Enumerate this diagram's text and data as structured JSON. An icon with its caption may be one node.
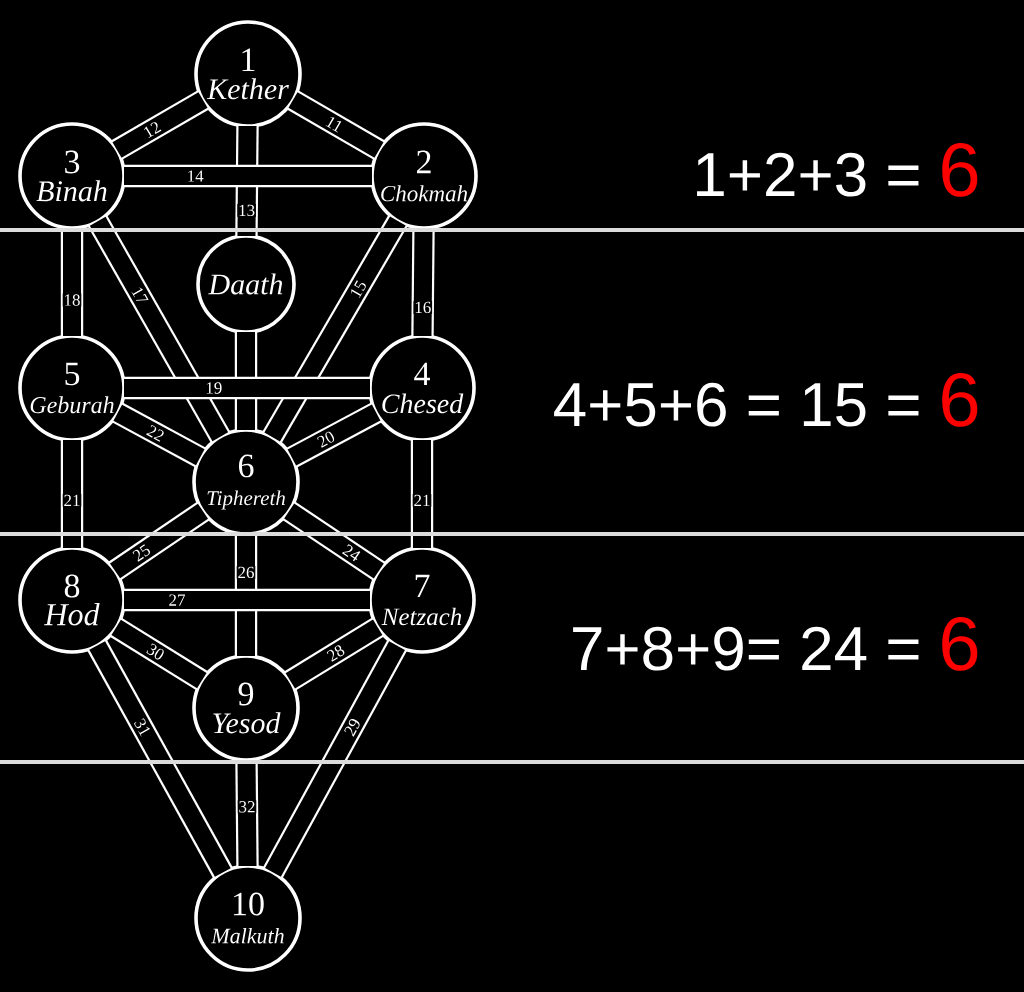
{
  "diagram": {
    "nodes": [
      {
        "text": [
          "1",
          "Kether"
        ]
      },
      {
        "text": [
          "3",
          "Binah"
        ]
      },
      {
        "text": [
          "2",
          "Chokmah"
        ]
      },
      {
        "text": [
          "Daath"
        ]
      },
      {
        "text": [
          "5",
          "Geburah"
        ]
      },
      {
        "text": [
          "4",
          "Chesed"
        ]
      },
      {
        "text": [
          "6",
          "Tiphereth"
        ]
      },
      {
        "text": [
          "8",
          "Hod"
        ]
      },
      {
        "text": [
          "7",
          "Netzach"
        ]
      },
      {
        "text": [
          "9",
          "Yesod"
        ]
      },
      {
        "text": [
          "10",
          "Malkuth"
        ]
      }
    ],
    "edges": [
      {
        "from": 0,
        "to": 2,
        "arrow": "none",
        "label": "11"
      },
      {
        "from": 0,
        "to": 1,
        "arrow": "none",
        "label": "12"
      },
      {
        "from": 0,
        "to": 3,
        "arrow": "none",
        "label": "13"
      },
      {
        "from": 1,
        "to": 2,
        "arrow": "none",
        "label": "14"
      },
      {
        "from": 2,
        "to": 6,
        "arrow": "none",
        "label": "15"
      },
      {
        "from": 2,
        "to": 5,
        "arrow": "none",
        "label": "16"
      },
      {
        "from": 1,
        "to": 6,
        "arrow": "none",
        "label": "17"
      },
      {
        "from": 1,
        "to": 4,
        "arrow": "none",
        "label": "18"
      },
      {
        "from": 4,
        "to": 5,
        "arrow": "none",
        "label": "19"
      },
      {
        "from": 5,
        "to": 6,
        "arrow": "none",
        "label": "20"
      },
      {
        "from": 5,
        "to": 8,
        "arrow": "none",
        "label": "21"
      },
      {
        "from": 4,
        "to": 6,
        "arrow": "none",
        "label": "22"
      },
      {
        "from": 4,
        "to": 7,
        "arrow": "none",
        "label": "21"
      },
      {
        "from": 6,
        "to": 8,
        "arrow": "none",
        "label": "24"
      },
      {
        "from": 6,
        "to": 7,
        "arrow": "none",
        "label": "25"
      },
      {
        "from": 6,
        "to": 9,
        "arrow": "none",
        "label": "26"
      },
      {
        "from": 7,
        "to": 8,
        "arrow": "none",
        "label": "27"
      },
      {
        "from": 8,
        "to": 9,
        "arrow": "none",
        "label": "28"
      },
      {
        "from": 8,
        "to": 10,
        "arrow": "none",
        "label": "29"
      },
      {
        "from": 7,
        "to": 9,
        "arrow": "none",
        "label": "30"
      },
      {
        "from": 7,
        "to": 10,
        "arrow": "none",
        "label": "31"
      },
      {
        "from": 9,
        "to": 10,
        "arrow": "none",
        "label": "32"
      },
      {
        "from": 3,
        "to": 6,
        "arrow": "none"
      }
    ],
    "labels": [
      "1+2+3 =",
      "6",
      "4+5+6 = 15 =",
      "6",
      "7+8+9= 24 =",
      "6"
    ]
  }
}
